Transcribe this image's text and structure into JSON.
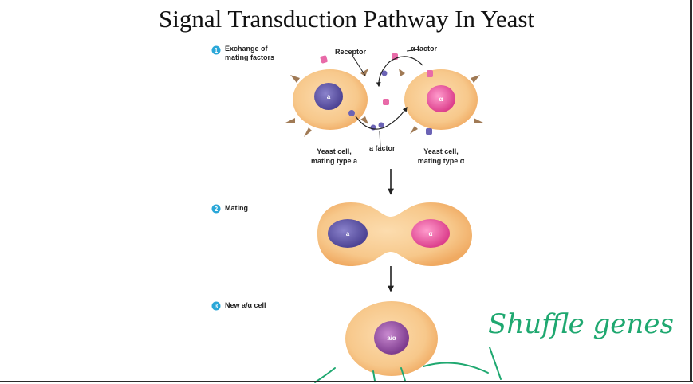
{
  "title": "Signal Transduction Pathway In Yeast",
  "steps": [
    {
      "number": "1",
      "label_line1": "Exchange of",
      "label_line2": "mating factors"
    },
    {
      "number": "2",
      "label": "Mating"
    },
    {
      "number": "3",
      "label": "New a/α cell"
    }
  ],
  "labels": {
    "receptor": "Receptor",
    "alpha_factor": "α factor",
    "a_factor": "a factor",
    "cell_a_line1": "Yeast cell,",
    "cell_a_line2": "mating type a",
    "cell_alpha_line1": "Yeast cell,",
    "cell_alpha_line2": "mating type α"
  },
  "nuclei": {
    "a": "a",
    "alpha": "α",
    "fused_a": "a",
    "fused_alpha": "α",
    "new": "a/α"
  },
  "handwriting": "Shuffle genes",
  "colors": {
    "cell_fill": "#f7c98d",
    "cell_edge": "#f0a95e",
    "nucleus_a": "#6a5fb0",
    "nucleus_alpha": "#e85c9e",
    "nucleus_new": "#a05aa8",
    "step_badge": "#2aa7d8",
    "ink_green": "#1fa870"
  }
}
